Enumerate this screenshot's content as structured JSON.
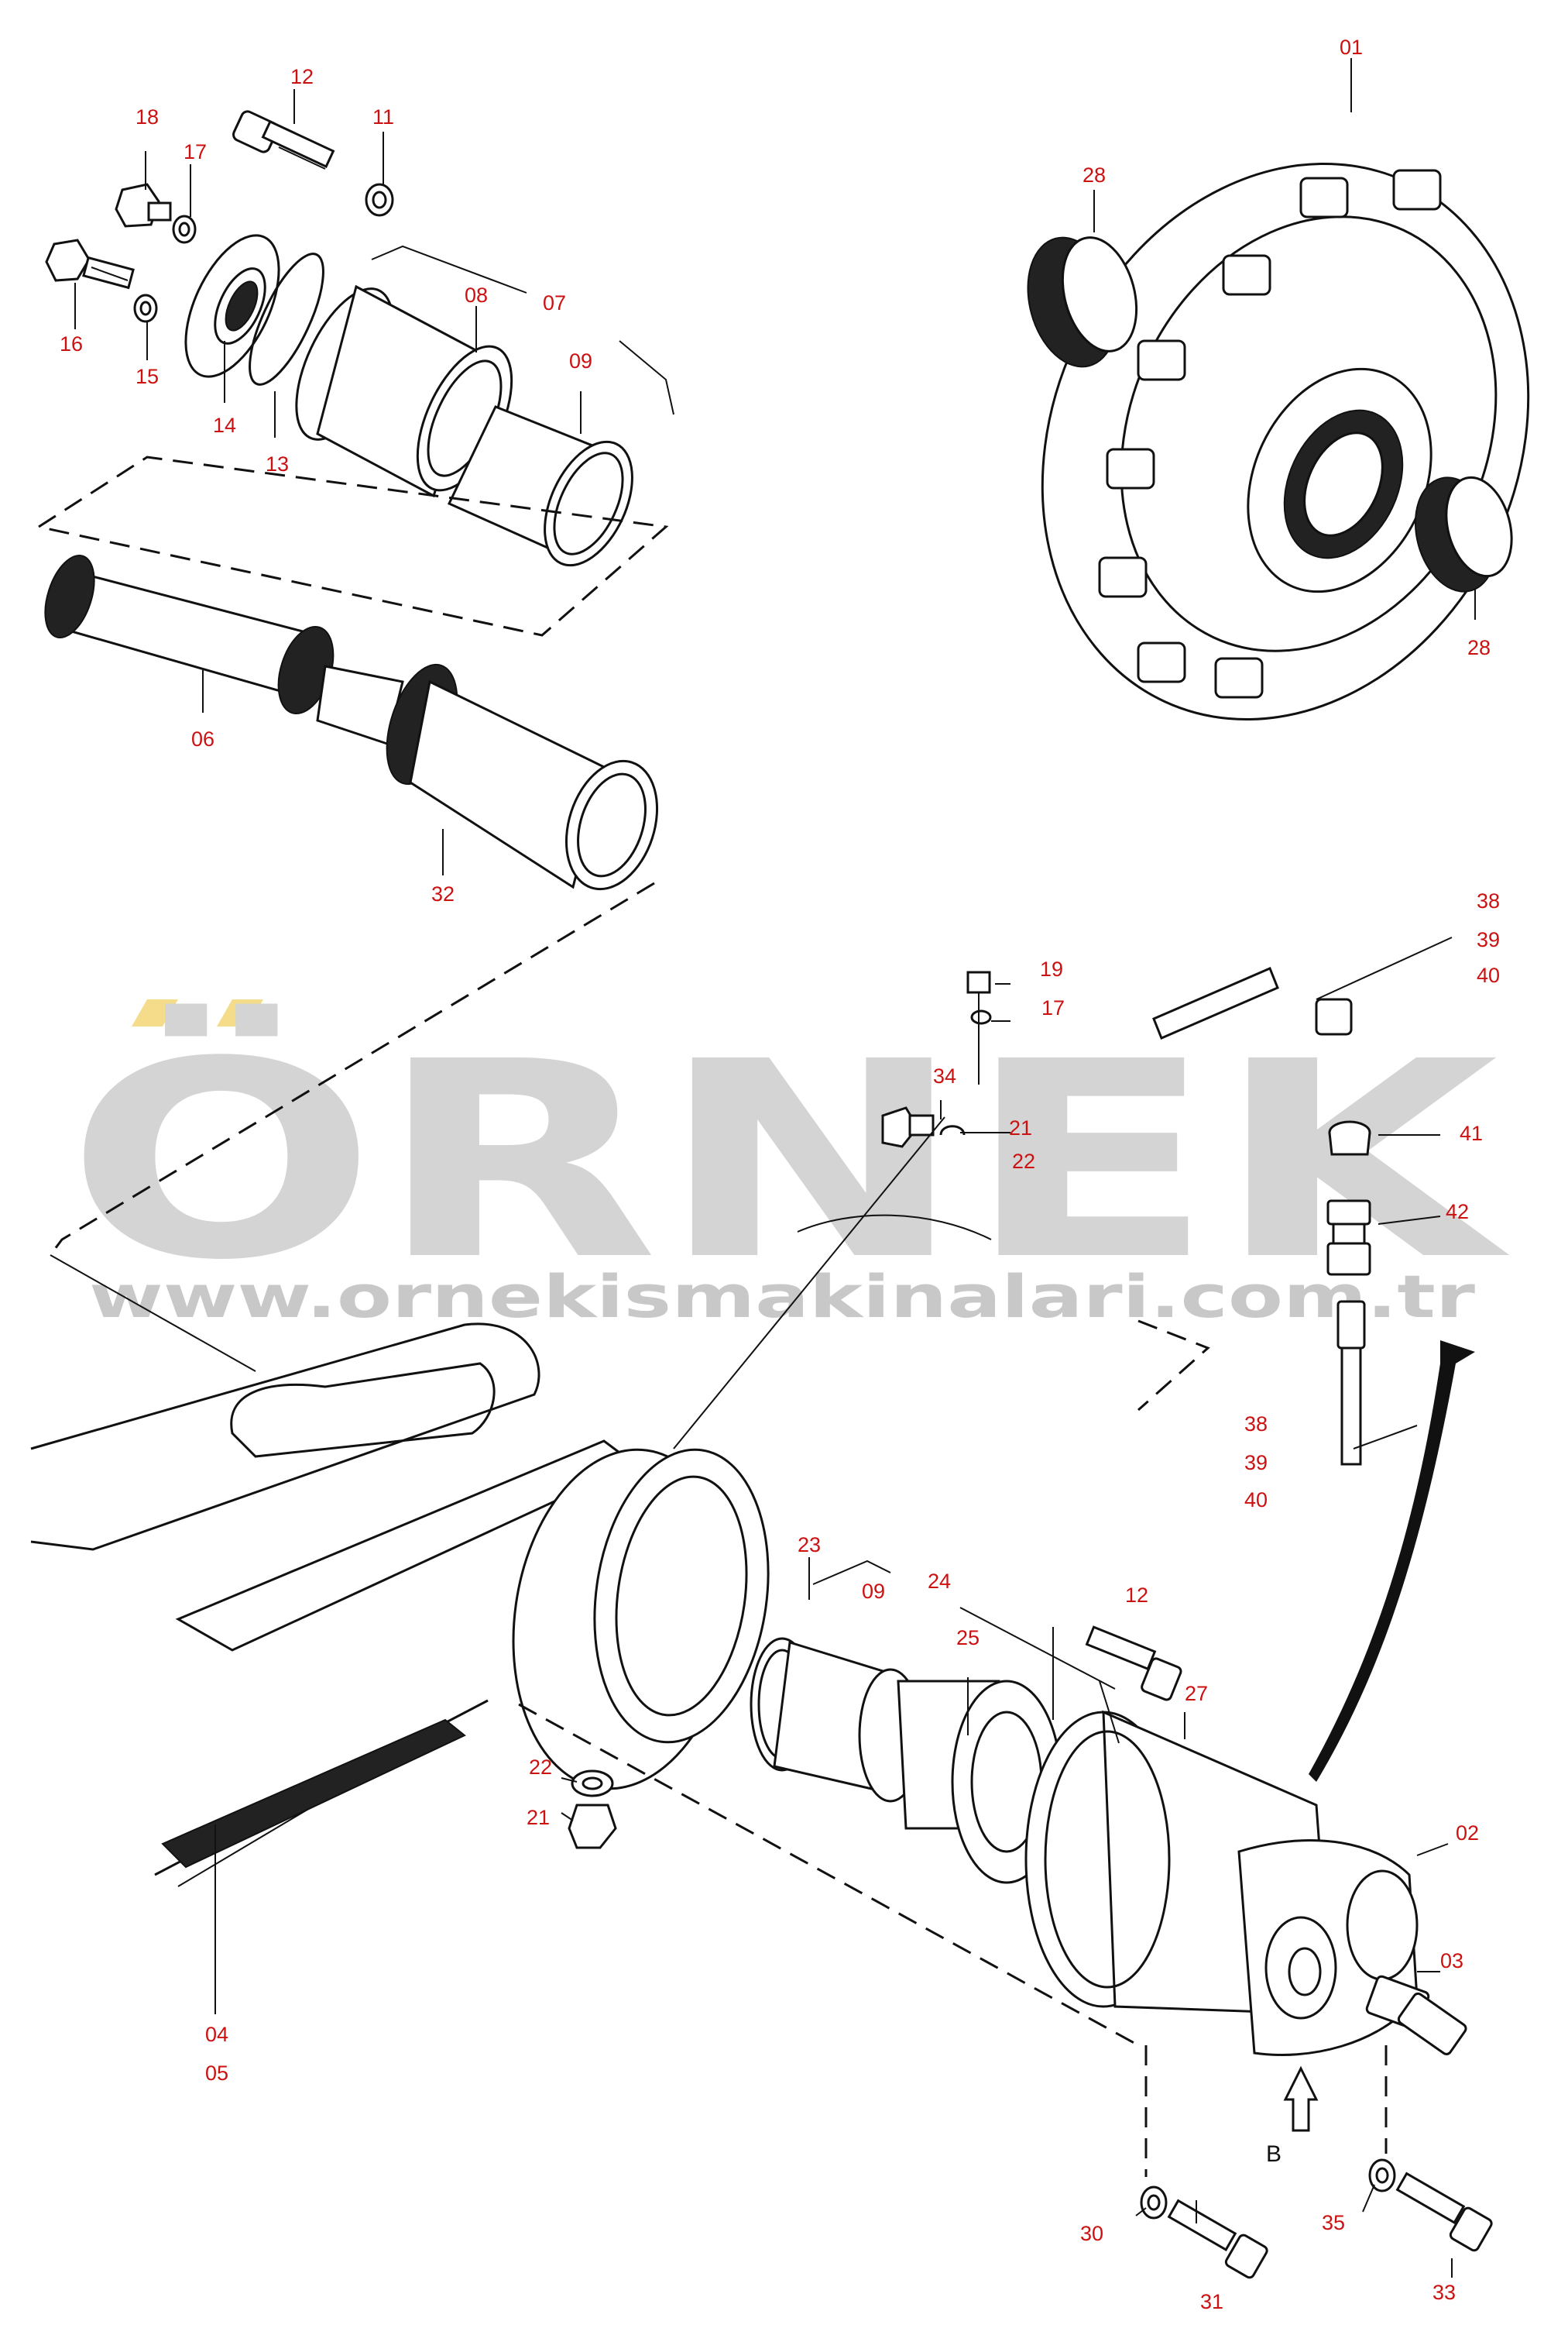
{
  "watermark": {
    "brand": "ÖRNEK",
    "url": "www.ornekismakinalari.com.tr"
  },
  "labels": {
    "l01": "01",
    "l02": "02",
    "l03": "03",
    "l04": "04",
    "l05": "05",
    "l06": "06",
    "l07": "07",
    "l08": "08",
    "l09a": "09",
    "l09b": "09",
    "l11": "11",
    "l12a": "12",
    "l12b": "12",
    "l13": "13",
    "l14": "14",
    "l15": "15",
    "l16": "16",
    "l17a": "17",
    "l17b": "17",
    "l18": "18",
    "l19": "19",
    "l21a": "21",
    "l21b": "21",
    "l22a": "22",
    "l22b": "22",
    "l23": "23",
    "l24": "24",
    "l25": "25",
    "l27": "27",
    "l28a": "28",
    "l28b": "28",
    "l30": "30",
    "l31": "31",
    "l32": "32",
    "l33": "33",
    "l34": "34",
    "l35": "35",
    "l38a": "38",
    "l39a": "39",
    "l40a": "40",
    "l38b": "38",
    "l39b": "39",
    "l40b": "40",
    "l41": "41",
    "l42": "42",
    "view_b": "B"
  },
  "colors": {
    "label": "#cc1111",
    "line": "#111111",
    "watermark": "#d4d4d4",
    "watermark_accent": "#f5dc8a"
  }
}
